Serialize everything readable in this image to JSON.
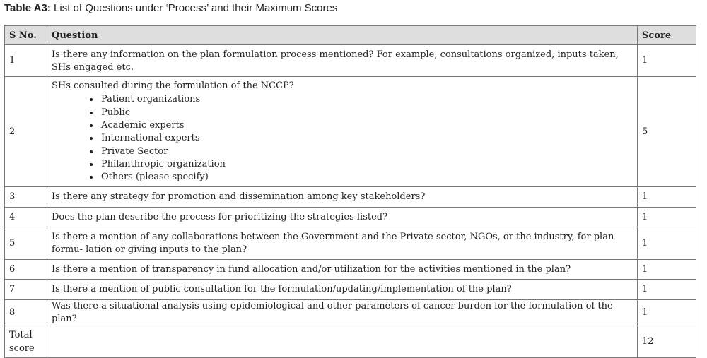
{
  "caption": {
    "label": "Table A3:",
    "text": " List of Questions under ‘Process’ and their Maximum Scores"
  },
  "headers": {
    "sno": "S No.",
    "question": "Question",
    "score": "Score"
  },
  "rows": [
    {
      "sno": "1",
      "question": "Is there any information on the plan formulation process mentioned? For example, consultations organized, inputs taken, SHs engaged etc.",
      "score": "1"
    },
    {
      "sno": "2",
      "question": "SHs consulted during the formulation of the NCCP?",
      "score": "5",
      "options": [
        "Patient organizations",
        "Public",
        "Academic experts",
        "International experts",
        "Private Sector",
        "Philanthropic organization",
        "Others (please specify)"
      ]
    },
    {
      "sno": "3",
      "question": "Is there any strategy for promotion and dissemination among key stakeholders?",
      "score": "1"
    },
    {
      "sno": "4",
      "question": "Does the plan describe the process for prioritizing the strategies listed?",
      "score": "1"
    },
    {
      "sno": "5",
      "question": "Is there a mention of any collaborations between the Government and the Private sector, NGOs, or the industry, for plan formu- lation or giving inputs to the plan?",
      "score": "1"
    },
    {
      "sno": "6",
      "question": "Is there a mention of transparency in fund allocation and/or utilization for the activities mentioned in the plan?",
      "score": "1"
    },
    {
      "sno": "7",
      "question": "Is there a mention of public consultation for the formulation/updating/implementation of the plan?",
      "score": "1"
    },
    {
      "sno": "8",
      "question": "Was there a situational analysis using epidemiological and other parameters of cancer burden for the formulation of the plan?",
      "score": "1"
    }
  ],
  "total": {
    "label": "Total score",
    "question": "",
    "score": "12"
  }
}
